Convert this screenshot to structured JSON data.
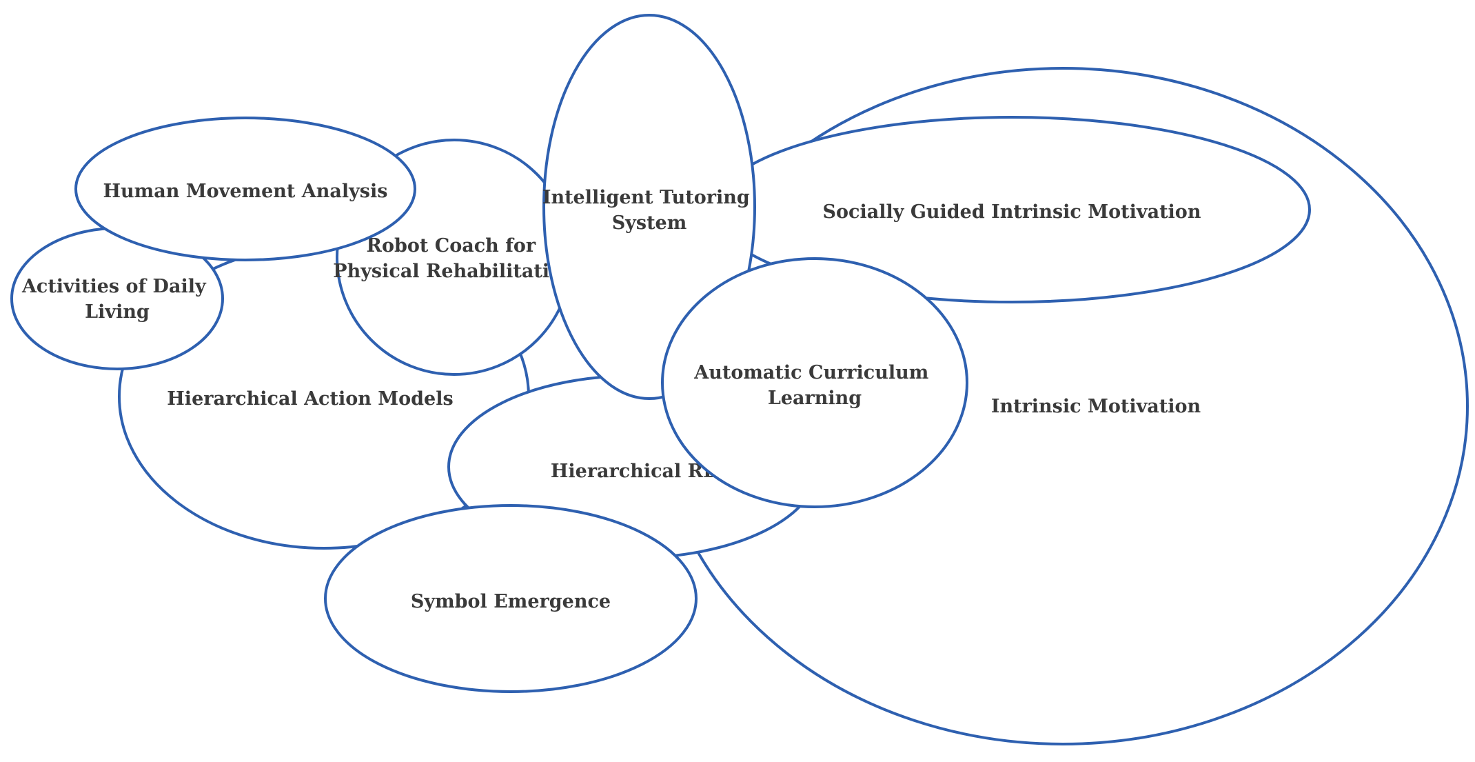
{
  "diagram": {
    "stroke_color": "#2e60b0",
    "text_color": "#3a3a3a",
    "nodes": [
      {
        "id": "intrinsic-motivation",
        "label": [
          "Intrinsic Motivation"
        ]
      },
      {
        "id": "hierarchical-action-models",
        "label": [
          "Hierarchical Action Models"
        ]
      },
      {
        "id": "robot-coach",
        "label": [
          "Robot Coach for",
          "Physical Rehabilitation"
        ]
      },
      {
        "id": "activities-daily-living",
        "label": [
          "Activities of Daily",
          "Living"
        ]
      },
      {
        "id": "human-movement-analysis",
        "label": [
          "Human Movement Analysis"
        ]
      },
      {
        "id": "socially-guided-intrinsic-motivation",
        "label": [
          "Socially Guided Intrinsic Motivation"
        ]
      },
      {
        "id": "hierarchical-rl",
        "label": [
          "Hierarchical RL"
        ]
      },
      {
        "id": "intelligent-tutoring-system",
        "label": [
          "Intelligent Tutoring",
          "System"
        ]
      },
      {
        "id": "automatic-curriculum-learning",
        "label": [
          "Automatic Curriculum",
          "Learning"
        ]
      },
      {
        "id": "symbol-emergence",
        "label": [
          "Symbol Emergence"
        ]
      }
    ]
  }
}
